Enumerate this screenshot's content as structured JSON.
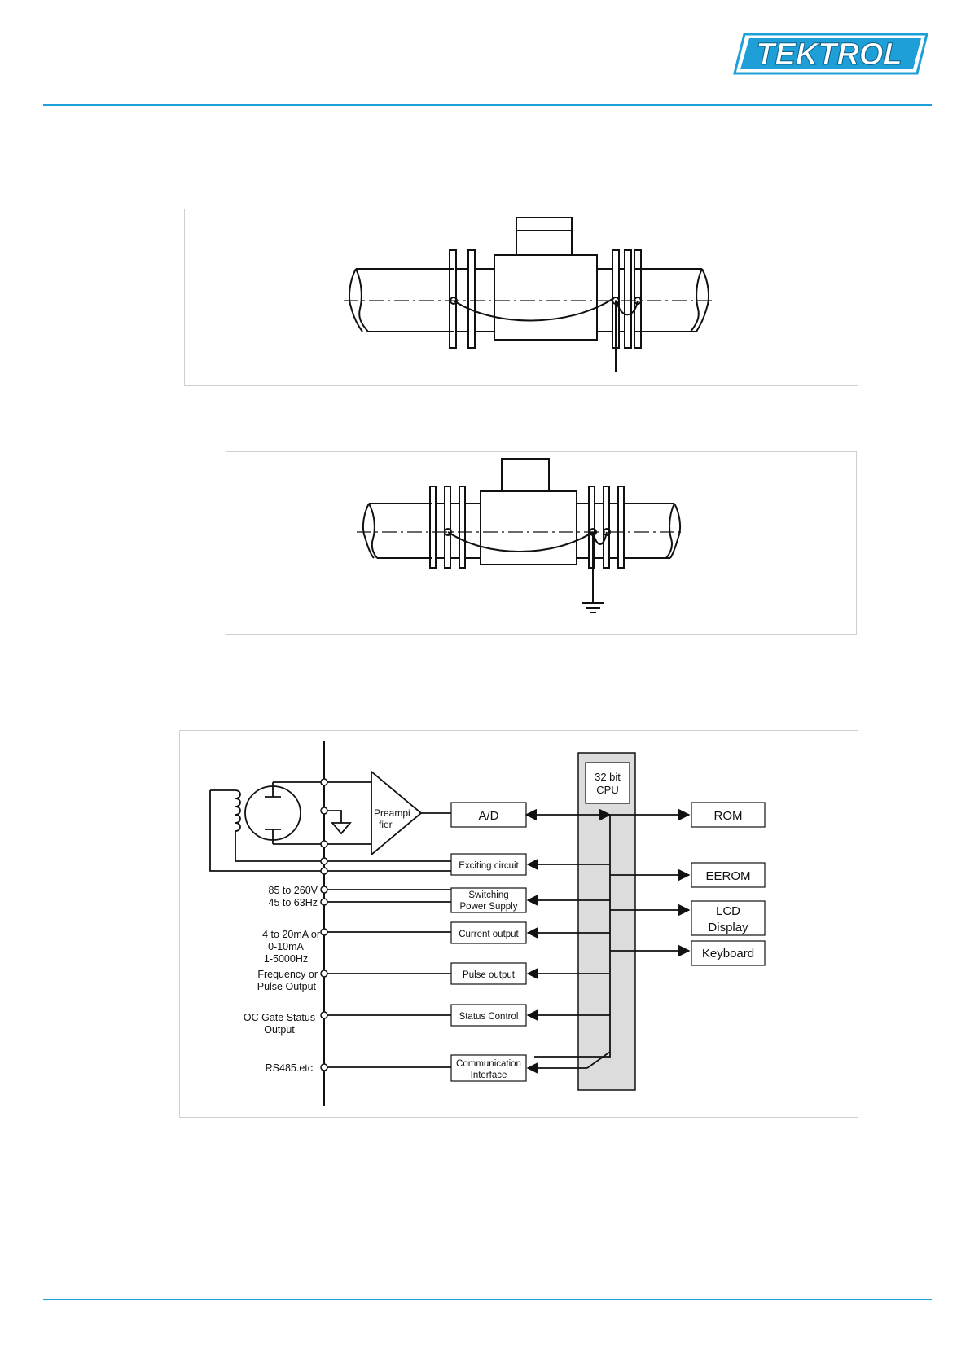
{
  "header": {
    "logo_text": "TEKTROL",
    "brand_color": "#1e9fd8"
  },
  "block_diagram": {
    "cpu": {
      "line1": "32 bit",
      "line2": "CPU"
    },
    "preamp": {
      "line1": "Preampi",
      "line2": "fier"
    },
    "ad": "A/D",
    "exciting": "Exciting circuit",
    "switching": {
      "line1": "Switching",
      "line2": "Power Supply"
    },
    "current_output": "Current output",
    "pulse_output": "Pulse output",
    "status_control": "Status Control",
    "comm": {
      "line1": "Communication",
      "line2": "Interface"
    },
    "rom": "ROM",
    "eerom": "EEROM",
    "lcd": {
      "line1": "LCD",
      "line2": "Display"
    },
    "keyboard": "Keyboard",
    "left_labels": {
      "v1": "85 to 260V",
      "v2": "45 to 63Hz",
      "c1": "4 to 20mA or",
      "c2": "0-10mA",
      "c3": "1-5000Hz",
      "p1": "Frequency or",
      "p2": "Pulse Output",
      "s1": "OC Gate Status",
      "s2": "Output",
      "r1": "RS485.etc"
    }
  }
}
